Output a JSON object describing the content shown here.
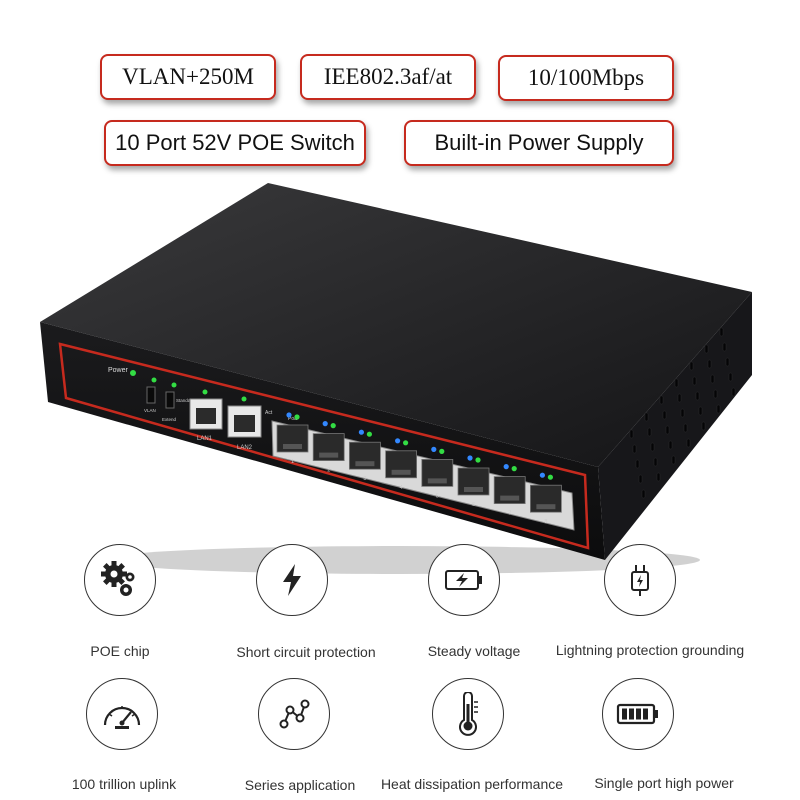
{
  "feature_tags": [
    "VLAN+250M",
    "IEE802.3af/at",
    "10/100Mbps",
    "10 Port 52V POE Switch",
    "Built-in Power Supply"
  ],
  "device_labels": {
    "power": "Power",
    "vlan": "VLAN",
    "extend": "Extend",
    "standard": "Standard",
    "lan1": "LAN1",
    "lan2": "LAN2",
    "act": "Act",
    "poe": "PoE",
    "ports": [
      "1",
      "2",
      "3",
      "4",
      "5",
      "6",
      "7",
      "8"
    ]
  },
  "features": [
    {
      "label": "POE chip",
      "icon": "gears-icon"
    },
    {
      "label": "Short circuit protection",
      "icon": "lightning-bolt-icon"
    },
    {
      "label": "Steady voltage",
      "icon": "battery-charging-icon"
    },
    {
      "label": "Lightning protection grounding",
      "icon": "power-plug-icon"
    },
    {
      "label": "100 trillion uplink",
      "icon": "speedometer-icon"
    },
    {
      "label": "Series application",
      "icon": "network-nodes-icon"
    },
    {
      "label": "Heat dissipation performance",
      "icon": "thermometer-icon"
    },
    {
      "label": "Single port high power",
      "icon": "full-battery-icon"
    }
  ],
  "colors": {
    "accent": "#c62a1e",
    "led_green": "#33dd44",
    "led_blue": "#3388ff",
    "chassis": "#1e1e20"
  }
}
